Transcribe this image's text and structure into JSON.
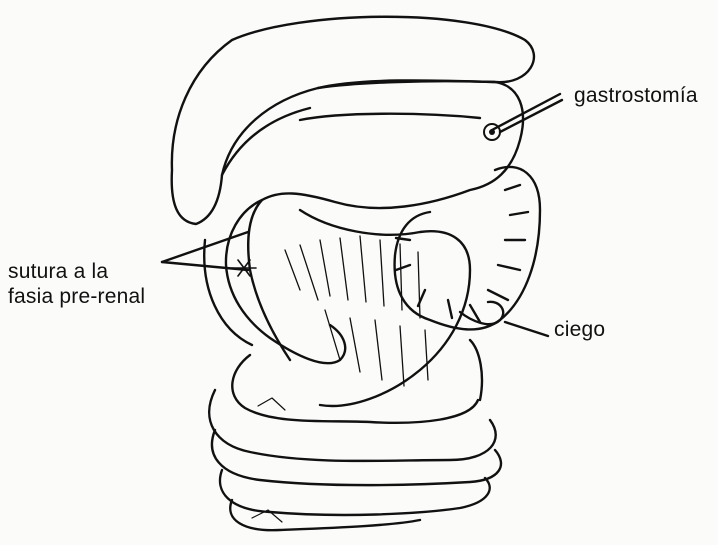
{
  "figure": {
    "labels": {
      "gastrostomy": "gastrostomía",
      "suture_line1": "sutura a la",
      "suture_line2": "fasia pre-renal",
      "cecum": "ciego"
    },
    "colors": {
      "ink": "#111111",
      "paper": "#fbfbfa"
    }
  }
}
